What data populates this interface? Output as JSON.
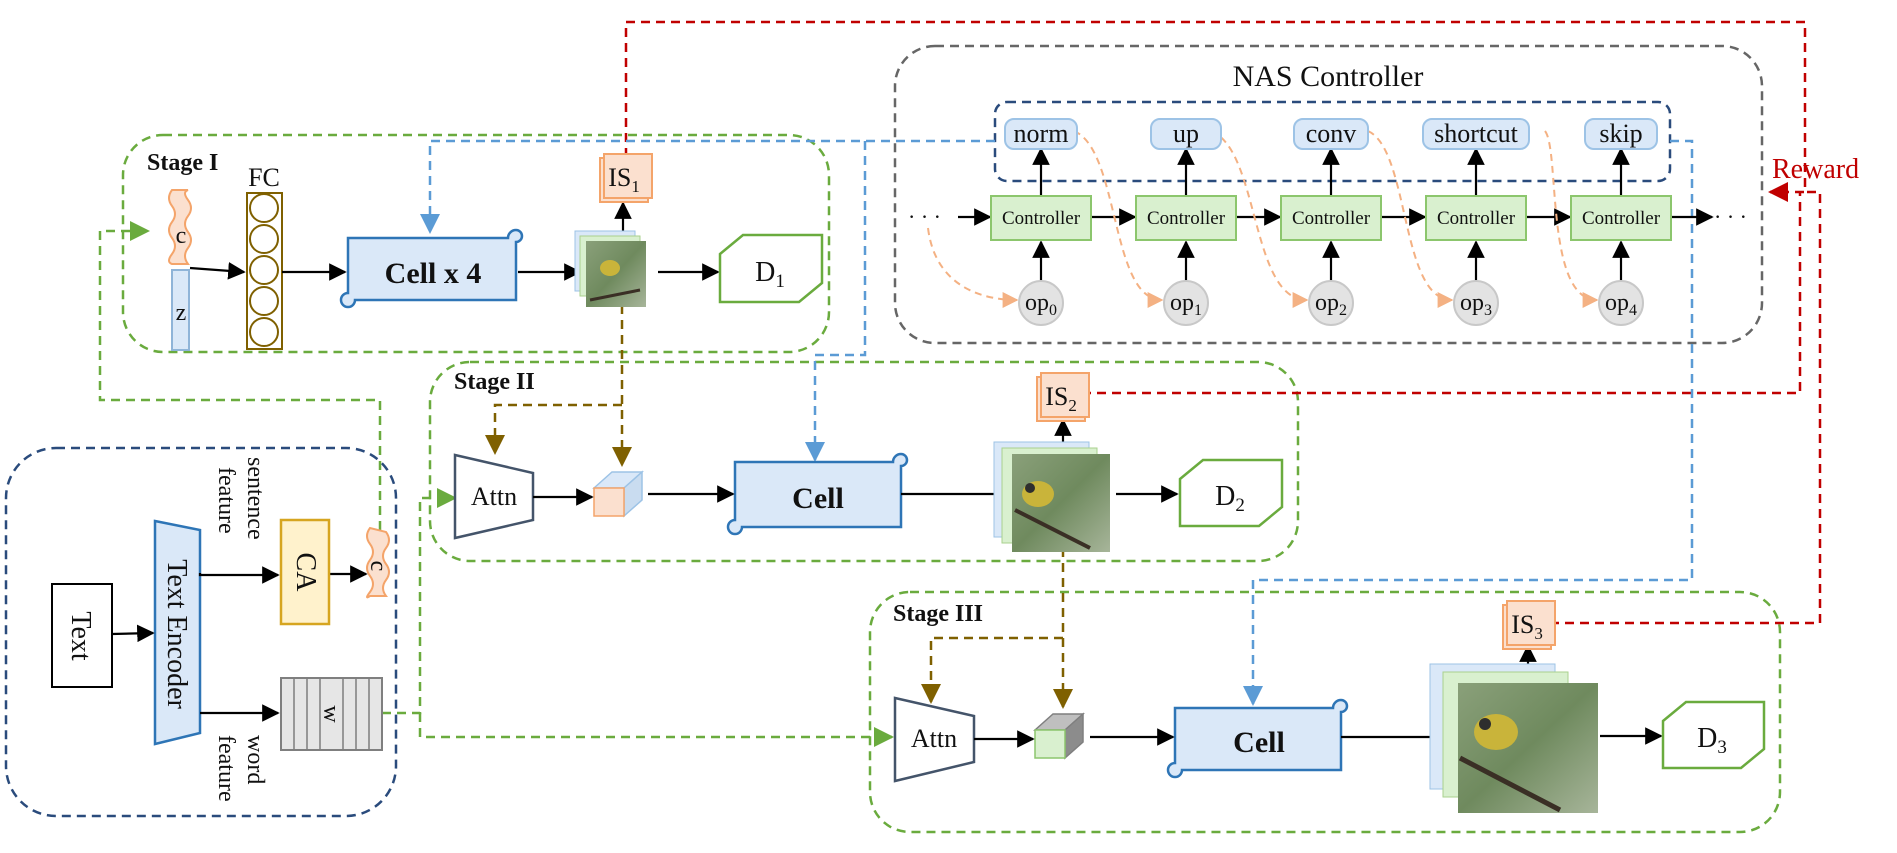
{
  "colors": {
    "stage_border": "#6aab3e",
    "stage_dash_arrow": "#6aab3e",
    "nas_border": "#666666",
    "ops_border": "#2a4b7c",
    "encoder_border": "#2a4b7c",
    "blue_dash": "#5b9bd5",
    "brown_dash": "#7f6000",
    "red_dash": "#c00000",
    "orange_dash": "#f4b183",
    "cell_fill": "#dae8f8",
    "cell_stroke": "#2e75b6",
    "controller_fill": "#d9f0cf",
    "controller_stroke": "#8cc66d",
    "ca_fill": "#fff2cc",
    "ca_stroke": "#d6a520",
    "is_fill": "#fbe0cf",
    "is_stroke": "#f4a46a",
    "reward": "#c00000"
  },
  "nas": {
    "title": "NAS Controller",
    "ops": [
      "norm",
      "up",
      "conv",
      "shortcut",
      "skip"
    ],
    "controller_label": "Controller",
    "op_nodes": [
      {
        "base": "op",
        "sub": "0"
      },
      {
        "base": "op",
        "sub": "1"
      },
      {
        "base": "op",
        "sub": "2"
      },
      {
        "base": "op",
        "sub": "3"
      },
      {
        "base": "op",
        "sub": "4"
      }
    ],
    "dots": "· · ·"
  },
  "reward_label": "Reward",
  "stage1": {
    "title": "Stage I",
    "fc_label": "FC",
    "c_label": "c",
    "z_label": "z",
    "cell_label": "Cell x 4",
    "is_base": "IS",
    "is_sub": "1",
    "d_base": "D",
    "d_sub": "1"
  },
  "stage2": {
    "title": "Stage II",
    "attn_label": "Attn",
    "cell_label": "Cell",
    "is_base": "IS",
    "is_sub": "2",
    "d_base": "D",
    "d_sub": "2"
  },
  "stage3": {
    "title": "Stage III",
    "attn_label": "Attn",
    "cell_label": "Cell",
    "is_base": "IS",
    "is_sub": "3",
    "d_base": "D",
    "d_sub": "3"
  },
  "encoder": {
    "text_label": "Text",
    "encoder_label": "Text Encoder",
    "sentence_feature_line1": "sentence",
    "sentence_feature_line2": "feature",
    "word_feature_line1": "word",
    "word_feature_line2": "feature",
    "ca_label": "CA",
    "c_label": "c",
    "w_label": "w"
  }
}
